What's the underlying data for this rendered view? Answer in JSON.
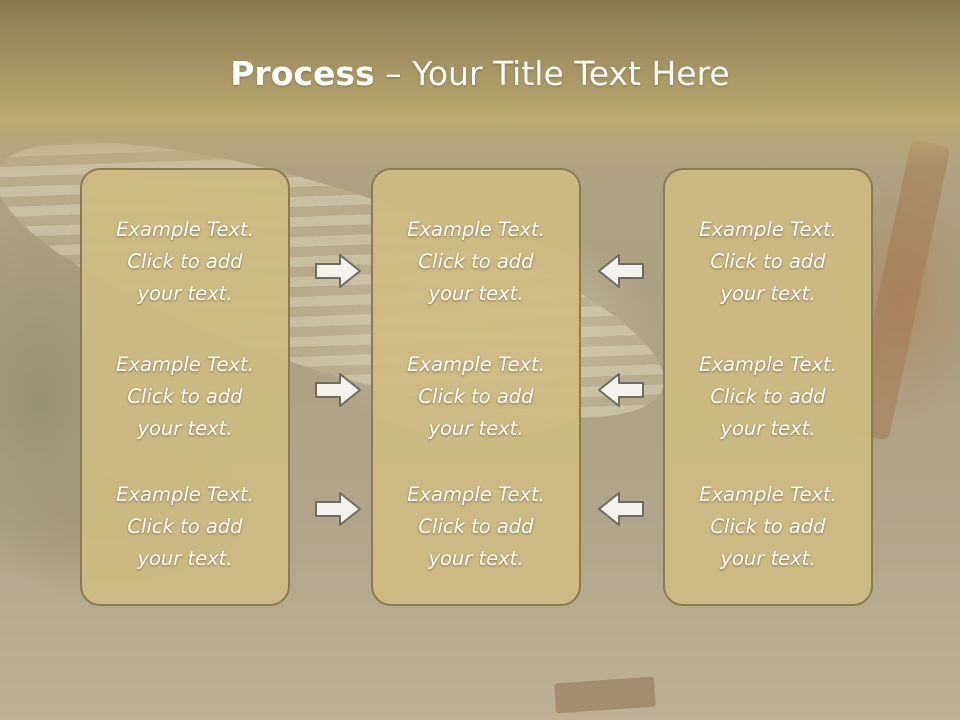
{
  "slide": {
    "title_bold": "Process",
    "title_rest": " – Your Title Text Here",
    "columns": [
      {
        "id": "left",
        "items": [
          {
            "line1": "Example Text.",
            "line2": "Click  to add",
            "line3": "your text."
          },
          {
            "line1": "Example Text.",
            "line2": "Click  to add",
            "line3": "your text."
          },
          {
            "line1": "Example Text.",
            "line2": "Click  to add",
            "line3": "your text."
          }
        ]
      },
      {
        "id": "middle",
        "items": [
          {
            "line1": "Example Text.",
            "line2": "Click  to add",
            "line3": "your text."
          },
          {
            "line1": "Example Text.",
            "line2": "Click  to add",
            "line3": "your text."
          },
          {
            "line1": "Example Text.",
            "line2": "Click  to add",
            "line3": "your text."
          }
        ]
      },
      {
        "id": "right",
        "items": [
          {
            "line1": "Example Text.",
            "line2": "Click  to add",
            "line3": "your text."
          },
          {
            "line1": "Example Text.",
            "line2": "Click  to add",
            "line3": "your text."
          },
          {
            "line1": "Example Text.",
            "line2": "Click  to add",
            "line3": "your text."
          }
        ]
      }
    ],
    "arrows": {
      "left_to_middle": "right-arrow-icon",
      "right_to_middle": "left-arrow-icon"
    },
    "colors": {
      "header": "#a69464",
      "box_fill": "#cdba82",
      "box_border": "#8b7a52",
      "text": "#ffffff"
    }
  }
}
